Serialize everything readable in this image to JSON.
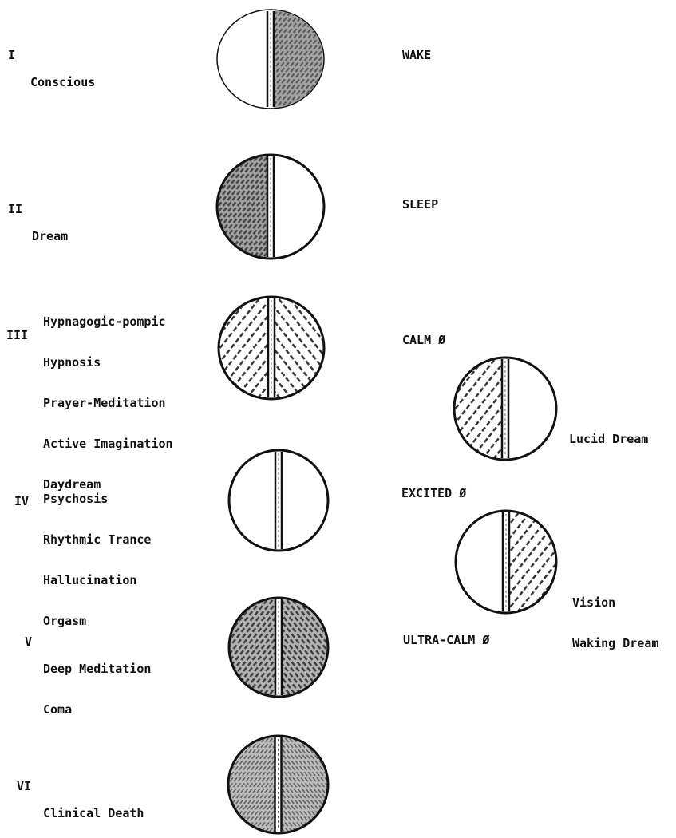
{
  "states": [
    {
      "numeral": "I",
      "labels": [
        "Conscious"
      ],
      "state": "WAKE",
      "shading": "right"
    },
    {
      "numeral": "II",
      "labels": [
        "Dream"
      ],
      "state": "SLEEP",
      "shading": "left"
    },
    {
      "numeral": "III",
      "labels": [
        "Hypnagogic-pompic",
        "Hypnosis",
        "Prayer-Meditation",
        "Active Imagination",
        "Daydream"
      ],
      "state": "CALM Ø",
      "shading": "both-light"
    },
    {
      "numeral": "IV",
      "labels": [
        "Psychosis",
        "Rhythmic Trance",
        "Hallucination",
        "Orgasm"
      ],
      "state": "EXCITED Ø",
      "shading": "none"
    },
    {
      "numeral": "V",
      "labels": [
        "Deep Meditation",
        "Coma"
      ],
      "state": "ULTRA-CALM Ø",
      "shading": "both-heavy"
    },
    {
      "numeral": "VI",
      "labels": [
        "Clinical Death"
      ],
      "state": "",
      "shading": "full"
    }
  ],
  "side_states": [
    {
      "labels": [
        "Lucid Dream"
      ],
      "shading": "left-light"
    },
    {
      "labels": [
        "Vision",
        "Waking Dream"
      ],
      "shading": "right-light"
    }
  ]
}
